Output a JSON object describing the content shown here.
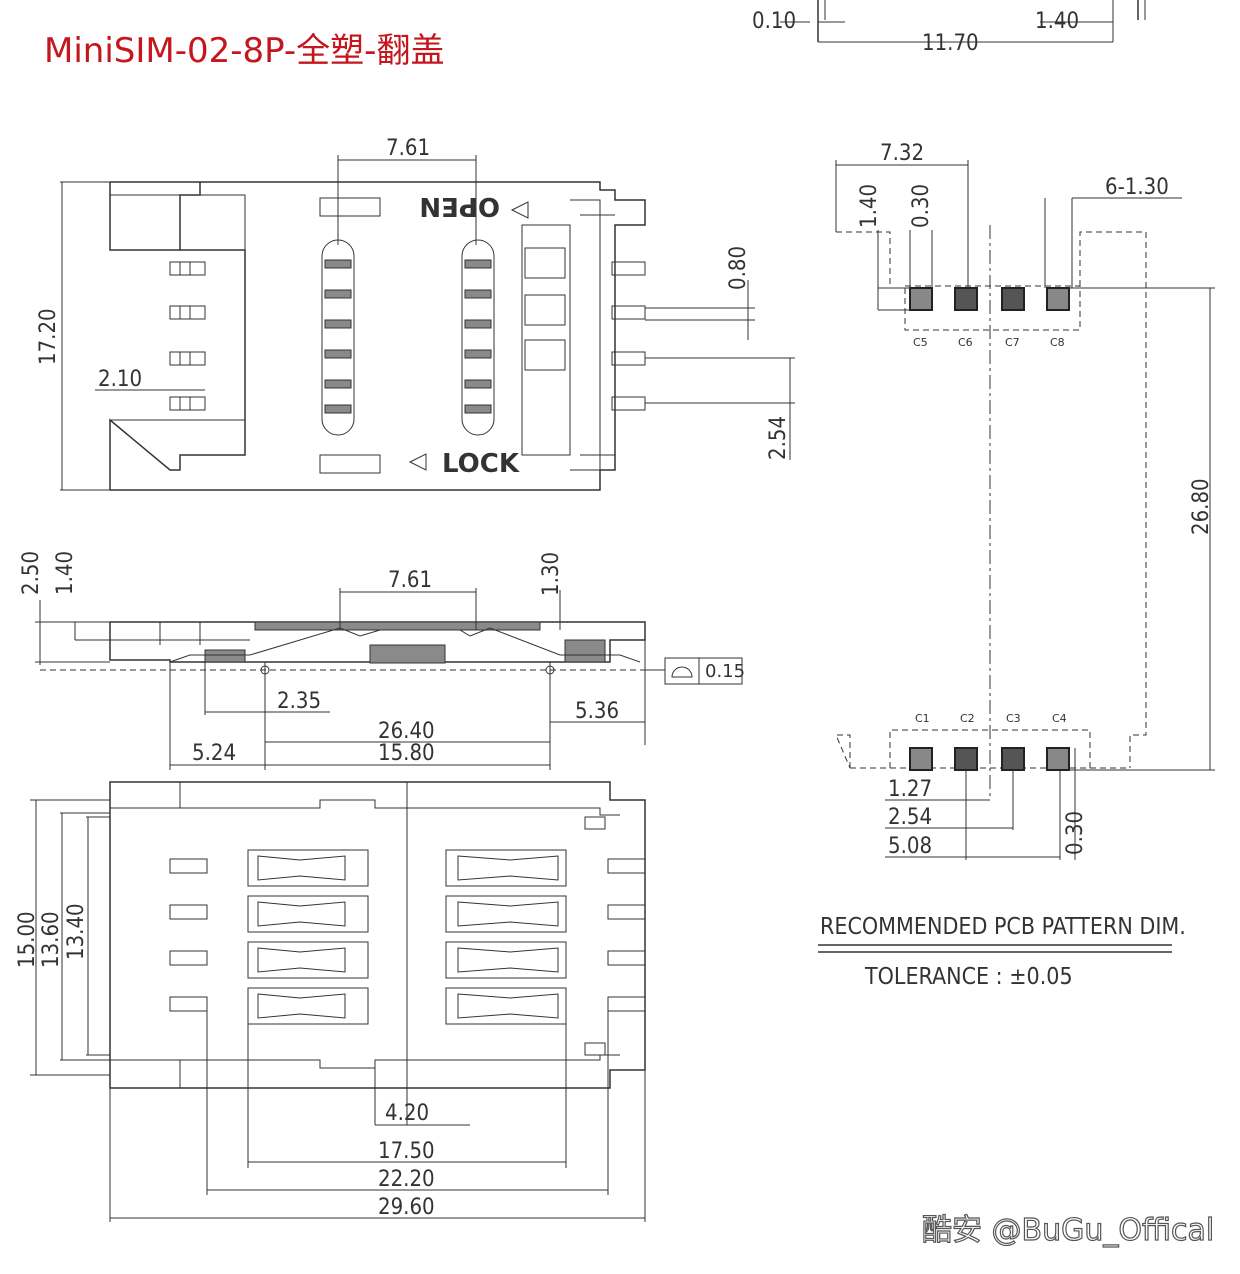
{
  "title": "MiniSIM-02-8P-全塑-翻盖",
  "watermark": "酷安 @BuGu_Offical",
  "top_view": {
    "open_label": "OPEN",
    "lock_label": "LOCK",
    "dims": {
      "pitch_761": "7.61",
      "height_1720": "17.20",
      "w_210": "2.10",
      "pin_080": "0.80",
      "pitch_254": "2.54"
    }
  },
  "side_view": {
    "dims": {
      "h_250": "2.50",
      "h_140": "1.40",
      "pitch_761": "7.61",
      "h_130": "1.30",
      "flat_015": "0.15",
      "d_235": "2.35",
      "d_2640": "26.40",
      "d_536": "5.36",
      "d_524": "5.24",
      "d_1580": "15.80"
    }
  },
  "bottom_view": {
    "dims": {
      "h_1500": "15.00",
      "h_1360": "13.60",
      "h_1340": "13.40",
      "d_420": "4.20",
      "d_1750": "17.50",
      "d_2220": "22.20",
      "d_2960": "29.60"
    }
  },
  "top_right": {
    "dims": {
      "d_010": "0.10",
      "d_140": "1.40",
      "d_1170": "11.70"
    }
  },
  "pcb_pattern": {
    "title": "RECOMMENDED PCB PATTERN DIM.",
    "tolerance": "TOLERANCE : ±0.05",
    "pads_top": [
      "C5",
      "C6",
      "C7",
      "C8"
    ],
    "pads_bottom": [
      "C1",
      "C2",
      "C3",
      "C4"
    ],
    "dims": {
      "d_732": "7.32",
      "d_140": "1.40",
      "d_030_top": "0.30",
      "d_6x130": "6-1.30",
      "d_2680": "26.80",
      "d_127": "1.27",
      "d_254": "2.54",
      "d_508": "5.08",
      "d_030_bottom": "0.30"
    }
  }
}
